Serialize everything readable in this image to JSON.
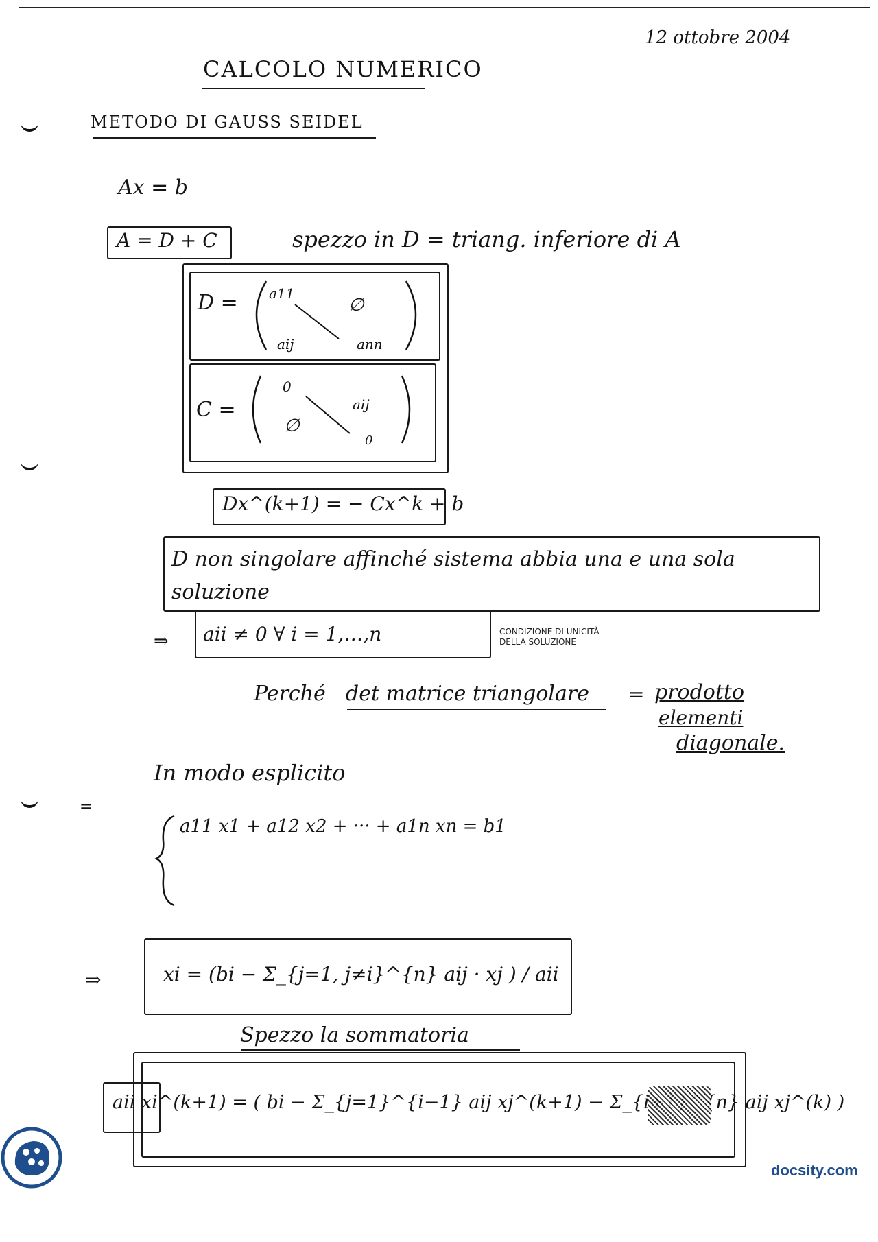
{
  "page": {
    "date": "12 ottobre 2004",
    "title": "CALCOLO NUMERICO",
    "section": "METODO DI GAUSS SEIDEL"
  },
  "lines": {
    "system": "Ax = b",
    "split": "A = D + C",
    "split_desc": "spezzo in D = triang. inferiore di A",
    "d_matrix_lhs": "D =",
    "d_a11": "a11",
    "d_zero": "∅",
    "d_aij": "aij",
    "d_ann": "ann",
    "c_matrix_lhs": "C =",
    "c_zero_top": "0",
    "c_aij": "aij",
    "c_zero_left": "∅",
    "c_zero_bottom": "0",
    "iteration": "Dx^(k+1) = − Cx^k + b",
    "nonsingular": "D non singolare affinché sistema abbia una e una sola soluzione",
    "arrow1": "⇒",
    "diag_cond": "aii ≠ 0     ∀ i = 1,…,n",
    "note": "CONDIZIONE DI UNICITÀ DELLA SOLUZIONE",
    "why_prefix": "Perché",
    "why_underlined": "det matrice triangolare",
    "why_eq": "=",
    "why_product": "prodotto",
    "why_elements": "elementi",
    "why_diagonale": "diagonale.",
    "explicit": "In modo esplicito",
    "explicit_eq": "=",
    "system_row": "a11 x1  + a12  x2 + ···  +  a1n  xn = b1",
    "arrow2": "⇒",
    "formula": "xi = (bi − Σ_{j=1, j≠i}^{n} aij · xj ) / aii",
    "split_sum": "Spezzo la sommatoria",
    "final_formula": "aii xi^(k+1) = ( bi − Σ_{j=1}^{i−1} aij xj^(k+1) − Σ_{i+1}^{n} aij xj^(k) )"
  },
  "branding": {
    "watermark": "docsity.com",
    "color": "#1f4e8c"
  }
}
